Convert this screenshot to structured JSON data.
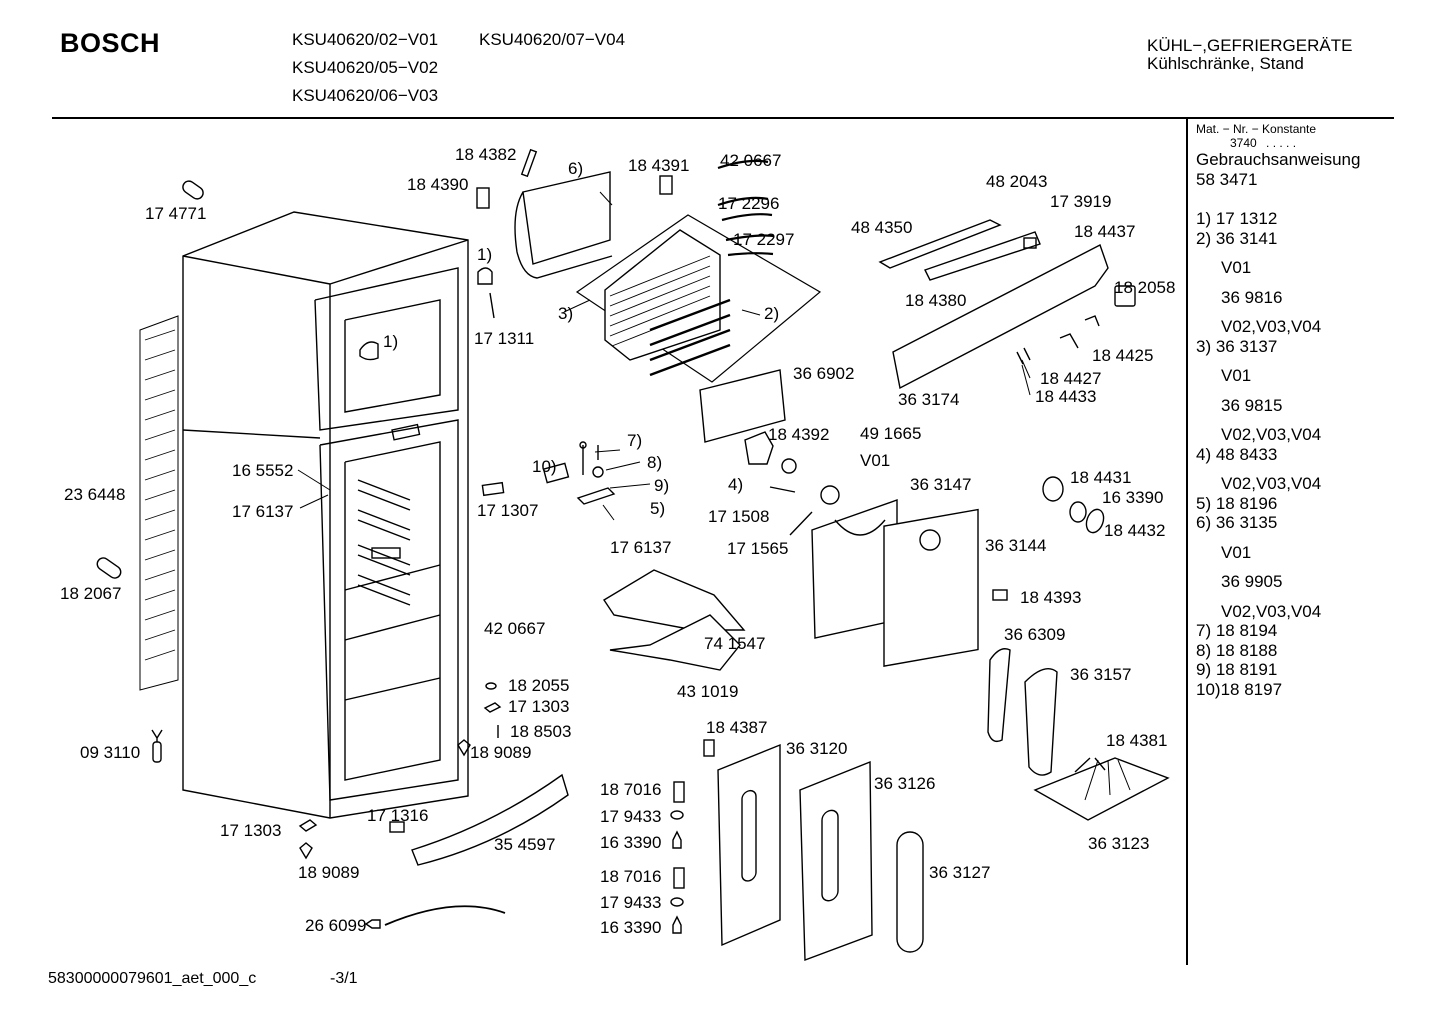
{
  "header": {
    "brand": "BOSCH",
    "models": [
      "KSU40620/02−V01",
      "KSU40620/05−V02",
      "KSU40620/06−V03",
      "KSU40620/07−V04"
    ],
    "category": "KÜHL−,GEFRIERGERÄTE",
    "subcategory": "Kühlschränke, Stand"
  },
  "sidebar": {
    "mat_label": "Mat. − Nr. − Konstante",
    "mat_value": "3740",
    "mat_dots": ". . . . .",
    "manual_label": "Gebrauchsanweisung",
    "manual_value": "58 3471",
    "lines": [
      {
        "text": "1)  17 1312",
        "indent": false
      },
      {
        "text": "2)  36 3141",
        "indent": false
      },
      {
        "text": "V01",
        "indent": true
      },
      {
        "text": "36 9816",
        "indent": true
      },
      {
        "text": "V02,V03,V04",
        "indent": true
      },
      {
        "text": "3)  36 3137",
        "indent": false
      },
      {
        "text": "V01",
        "indent": true
      },
      {
        "text": "36 9815",
        "indent": true
      },
      {
        "text": "V02,V03,V04",
        "indent": true
      },
      {
        "text": "4)  48 8433",
        "indent": false
      },
      {
        "text": "V02,V03,V04",
        "indent": true
      },
      {
        "text": "5)  18 8196",
        "indent": false
      },
      {
        "text": "6)  36 3135",
        "indent": false
      },
      {
        "text": "V01",
        "indent": true
      },
      {
        "text": "36 9905",
        "indent": true
      },
      {
        "text": "V02,V03,V04",
        "indent": true
      },
      {
        "text": "7)  18 8194",
        "indent": false
      },
      {
        "text": "8)  18 8188",
        "indent": false
      },
      {
        "text": "9)  18 8191",
        "indent": false
      },
      {
        "text": "10)18 8197",
        "indent": false
      }
    ]
  },
  "labels": {
    "p174771": "17 4771",
    "p236448": "23 6448",
    "p182067": "18 2067",
    "p093110": "09 3110",
    "p171303a": "17 1303",
    "p189089a": "18 9089",
    "p266099": "26 6099",
    "p184382": "18 4382",
    "p184390": "18 4390",
    "n6": "6)",
    "n1a": "1)",
    "n1b": "1)",
    "p171311": "17 1311",
    "n3": "3)",
    "n2": "2)",
    "p184391": "18 4391",
    "p420667a": "42 0667",
    "p172296": "17 2296",
    "p172297": "17 2297",
    "p366902": "36 6902",
    "p165552": "16 5552",
    "p176137a": "17 6137",
    "p171307": "17 1307",
    "n10": "10)",
    "n7": "7)",
    "n8": "8)",
    "n9": "9)",
    "n5": "5)",
    "p176137b": "17 6137",
    "p184392": "18 4392",
    "p491665": "49 1665",
    "v01": "V01",
    "n4": "4)",
    "p171508": "17 1508",
    "p171565": "17 1565",
    "p363147": "36 3147",
    "p484350": "48 4350",
    "p482043": "48 2043",
    "p173919": "17 3919",
    "p184437": "18 4437",
    "p182058": "18 2058",
    "p184380": "18 4380",
    "p184425": "18 4425",
    "p184427": "18 4427",
    "p184433": "18 4433",
    "p363174": "36 3174",
    "p184431": "18 4431",
    "p163390a": "16 3390",
    "p184432": "18 4432",
    "p363144": "36 3144",
    "p184393": "18 4393",
    "p366309": "36 6309",
    "p363157": "36 3157",
    "p184381": "18 4381",
    "p363123": "36 3123",
    "p420667b": "42 0667",
    "p741547": "74 1547",
    "p431019": "43 1019",
    "p182055": "18 2055",
    "p171303b": "17 1303",
    "p188503": "18 8503",
    "p189089b": "18 9089",
    "p171316": "17 1316",
    "p354597": "35 4597",
    "p184387": "18 4387",
    "p363120": "36 3120",
    "p363126": "36 3126",
    "p187016a": "18 7016",
    "p179433a": "17 9433",
    "p163390b": "16 3390",
    "p187016b": "18 7016",
    "p179433b": "17 9433",
    "p163390c": "16 3390",
    "p363127": "36 3127"
  },
  "footer": {
    "doc_id": "58300000079601_aet_000_c",
    "page": "-3/1"
  }
}
